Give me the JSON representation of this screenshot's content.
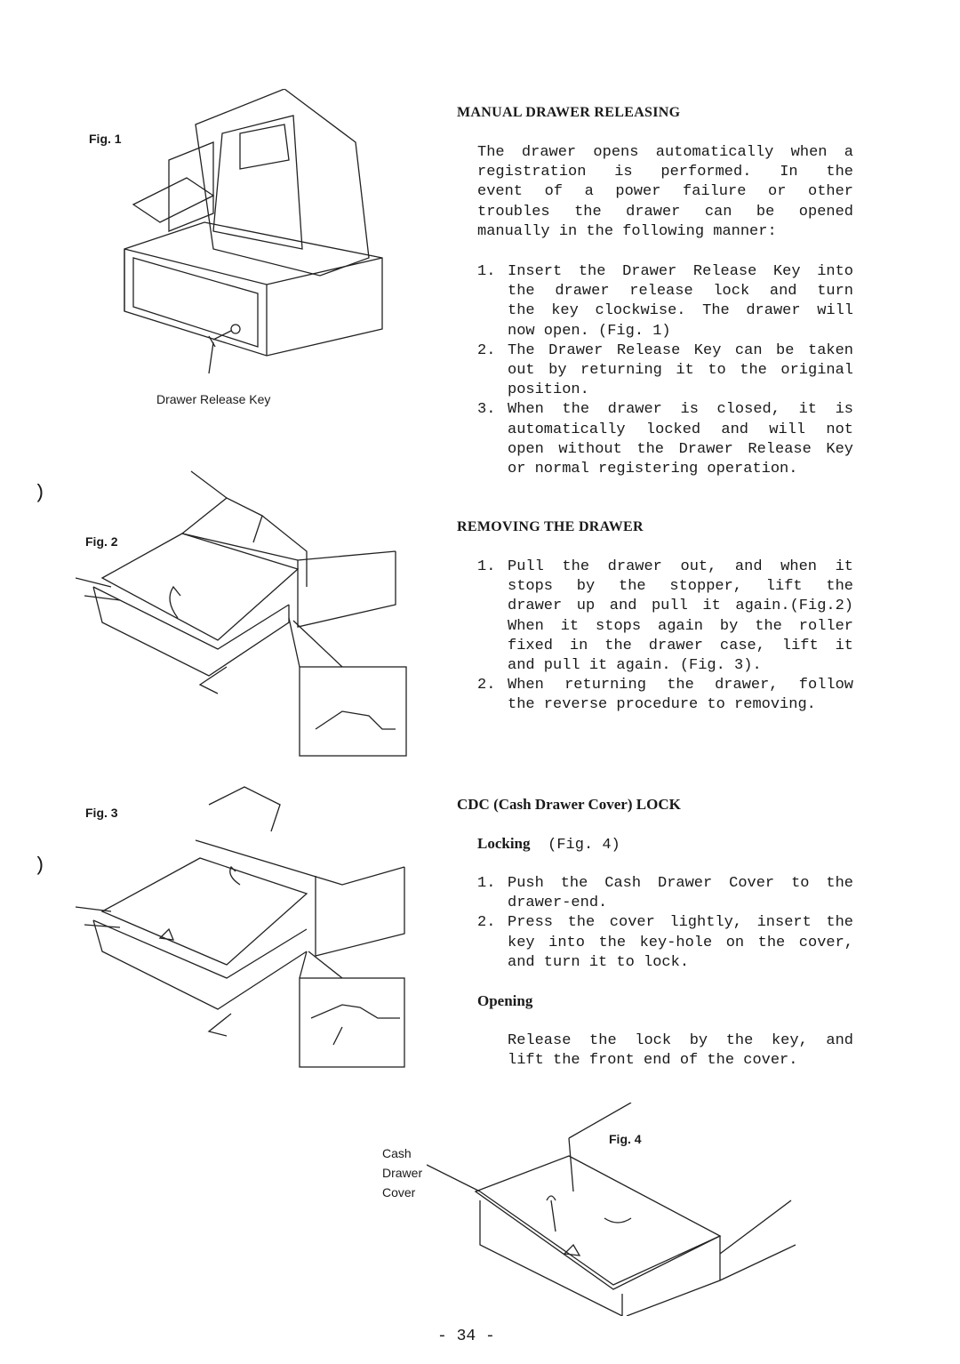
{
  "margin_marks": [
    ")",
    ")"
  ],
  "figures": {
    "fig1_label": "Fig. 1",
    "fig1_caption": "Drawer Release Key",
    "fig2_label": "Fig. 2",
    "fig3_label": "Fig. 3",
    "fig4_label": "Fig. 4",
    "fig4_caption": [
      "Cash",
      "Drawer",
      "Cover"
    ]
  },
  "sections": {
    "manual": {
      "heading": "MANUAL DRAWER RELEASING",
      "intro": [
        "The drawer opens automatically when a",
        "registration is performed.  In the",
        "event of a power failure or other",
        "troubles the drawer can be opened",
        "manually in the following manner:"
      ],
      "items": [
        {
          "num": "1.",
          "lines": [
            "Insert the Drawer Release Key into",
            "the drawer release lock and turn",
            "the key clockwise.  The drawer will",
            "now open.  (Fig. 1)"
          ]
        },
        {
          "num": "2.",
          "lines": [
            "The Drawer Release Key can be taken",
            "out by returning it to the original",
            "position."
          ]
        },
        {
          "num": "3.",
          "lines": [
            "When the drawer is closed, it is",
            "automatically locked and will not",
            "open without the Drawer Release Key",
            "or normal registering operation."
          ]
        }
      ]
    },
    "removing": {
      "heading": "REMOVING THE DRAWER",
      "items": [
        {
          "num": "1.",
          "lines": [
            "Pull the drawer out, and when it",
            "stops by the stopper, lift the",
            "drawer up and pull it again.(Fig.2)",
            "When it stops again by the roller",
            "fixed in the drawer case, lift it",
            "and pull it again.  (Fig. 3)."
          ]
        },
        {
          "num": "2.",
          "lines": [
            "When returning the drawer, follow",
            "the reverse procedure to removing."
          ]
        }
      ]
    },
    "cdc": {
      "heading": "CDC (Cash Drawer Cover) LOCK",
      "locking_label": "Locking",
      "locking_ref": "(Fig. 4)",
      "locking_items": [
        {
          "num": "1.",
          "lines": [
            "Push the Cash Drawer Cover to the",
            "drawer-end."
          ]
        },
        {
          "num": "2.",
          "lines": [
            "Press the cover lightly, insert the",
            "key into the key-hole on the cover,",
            "and turn it to lock."
          ]
        }
      ],
      "opening_label": "Opening",
      "opening_lines": [
        "Release the lock by the key, and",
        "lift the front end of the cover."
      ]
    }
  },
  "page_number": "- 34 -"
}
